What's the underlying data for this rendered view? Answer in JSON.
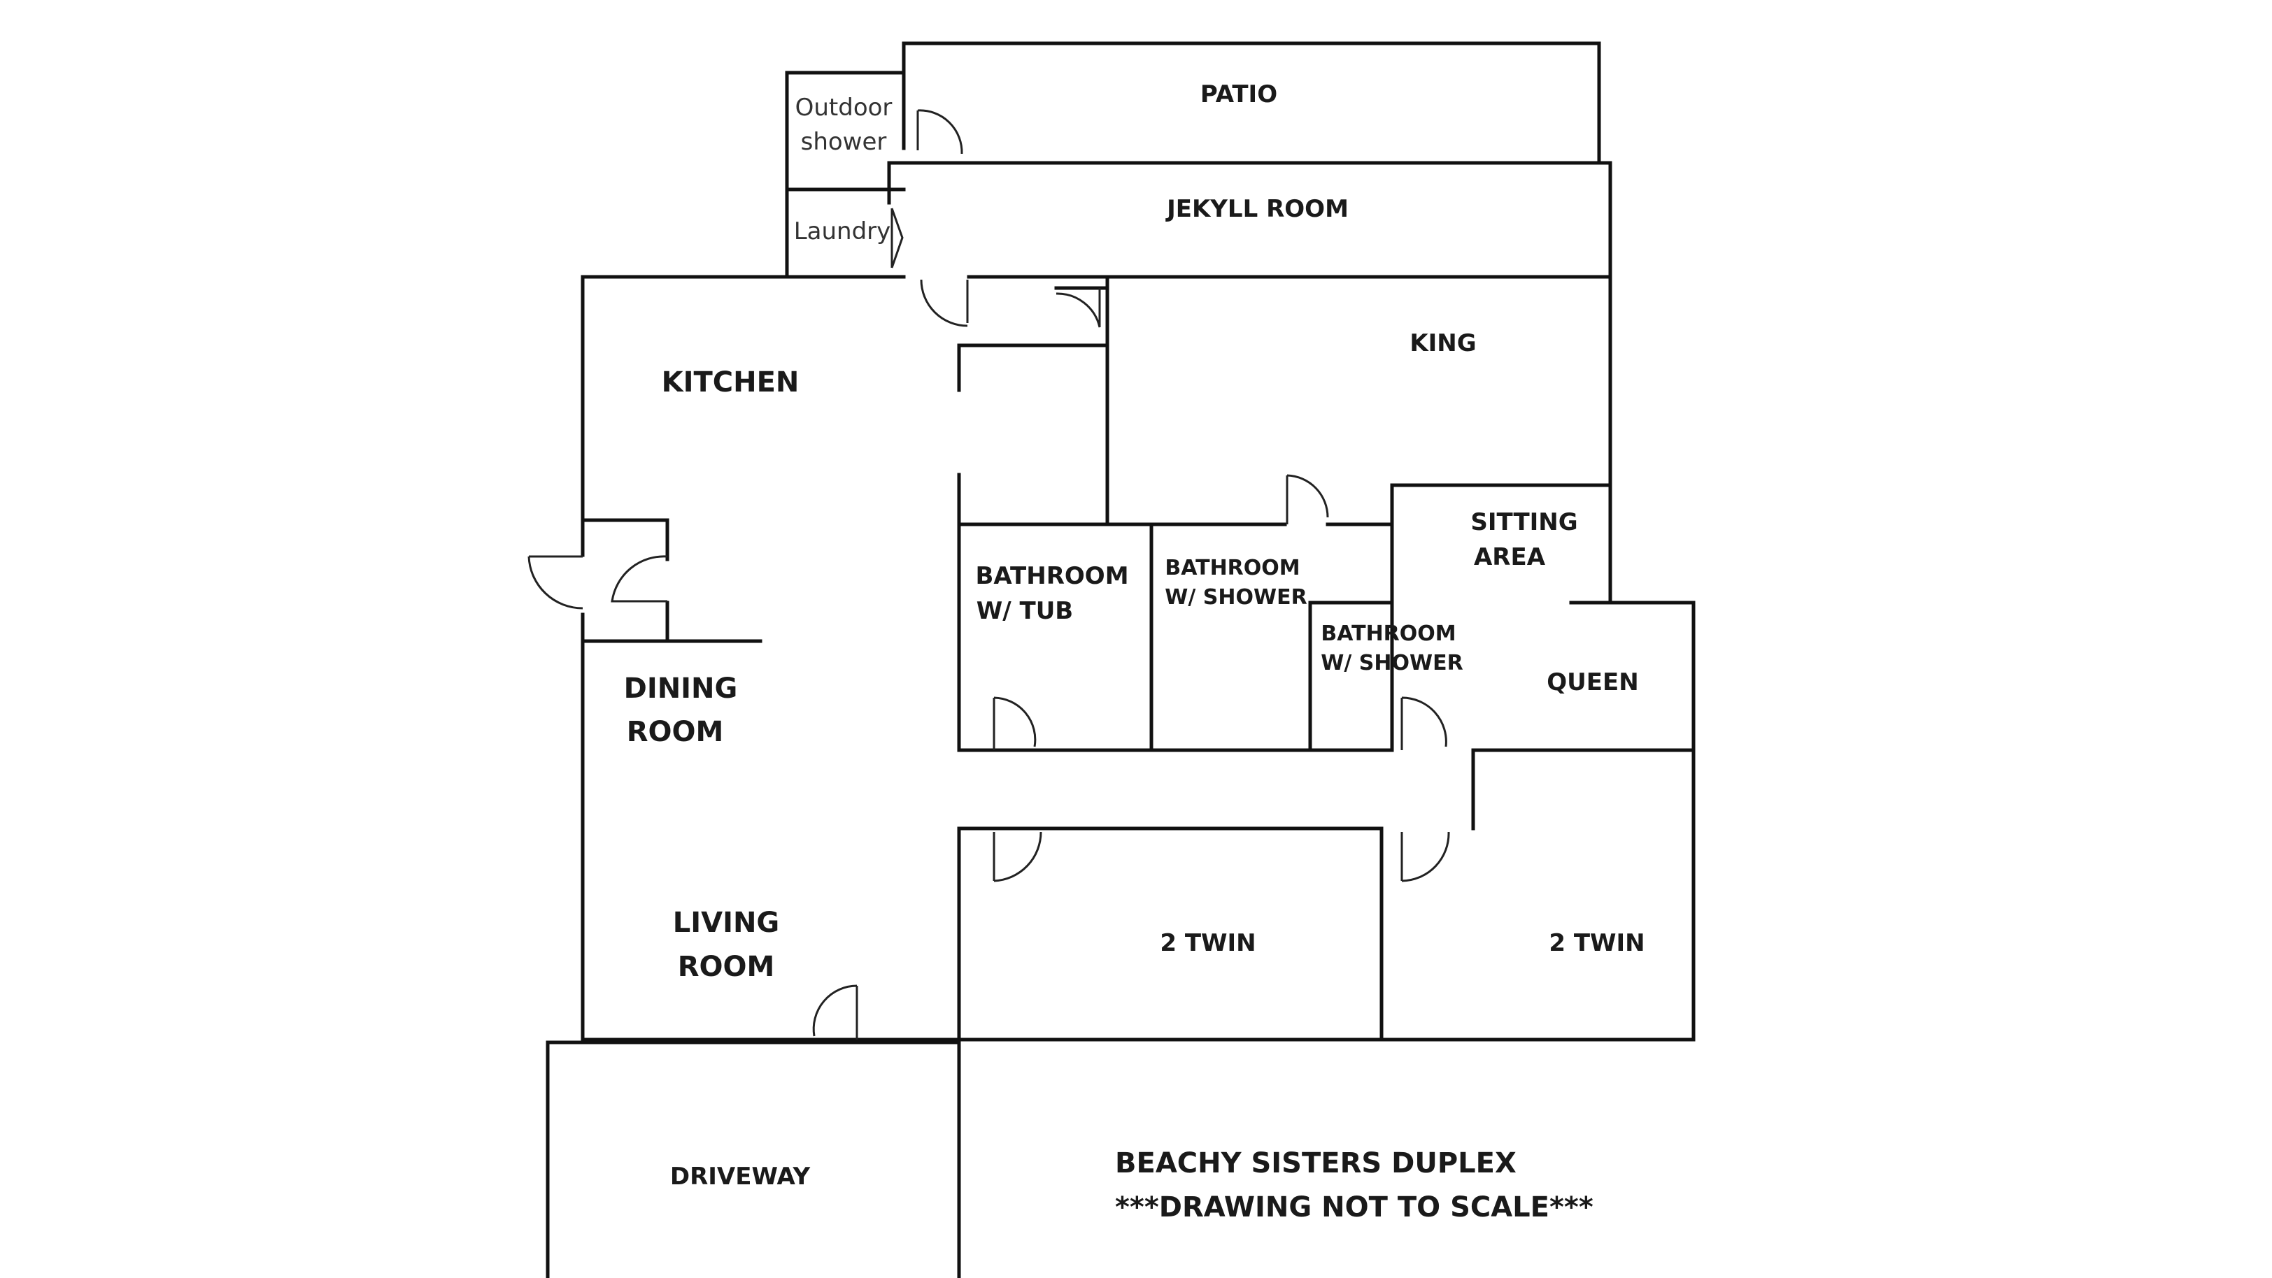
{
  "colors": {
    "wall": "#111111",
    "background": "#ffffff",
    "text": "#1a1a1a"
  },
  "rooms": {
    "patio": "PATIO",
    "outdoor_shower_1": "Outdoor",
    "outdoor_shower_2": "shower",
    "laundry": "Laundry",
    "jekyll_room": "JEKYLL ROOM",
    "kitchen": "KITCHEN",
    "king": "KING",
    "sitting_area_1": "SITTING",
    "sitting_area_2": "AREA",
    "bath_tub_1": "BATHROOM",
    "bath_tub_2": "W/ TUB",
    "bath_shower_a_1": "BATHROOM",
    "bath_shower_a_2": "W/ SHOWER",
    "bath_shower_b_1": "BATHROOM",
    "bath_shower_b_2": "W/ SHOWER",
    "queen": "QUEEN",
    "dining_1": "DINING",
    "dining_2": "ROOM",
    "living_1": "LIVING",
    "living_2": "ROOM",
    "twin_left": "2 TWIN",
    "twin_right": "2 TWIN",
    "driveway": "DRIVEWAY"
  },
  "caption": {
    "title": "BEACHY SISTERS DUPLEX",
    "note": "***DRAWING NOT TO SCALE***"
  }
}
